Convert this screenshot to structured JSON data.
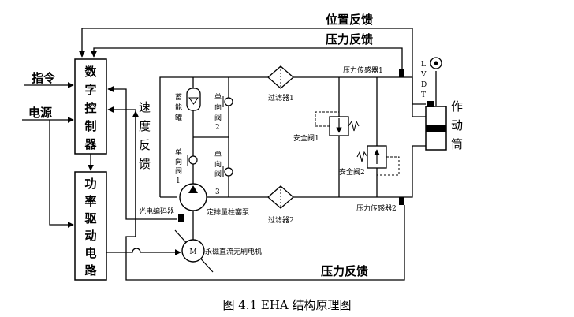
{
  "signals": {
    "position_feedback": "位置反馈",
    "pressure_feedback_top": "压力反馈",
    "pressure_feedback_bottom": "压力反馈",
    "speed_feedback": [
      "速",
      "度",
      "反",
      "馈"
    ],
    "command": "指令",
    "power_supply": "电源"
  },
  "blocks": {
    "digital_controller": [
      "数",
      "字",
      "控",
      "制",
      "器"
    ],
    "power_driver": [
      "功",
      "率",
      "驱",
      "动",
      "电",
      "路"
    ],
    "actuator": [
      "作",
      "动",
      "筒"
    ],
    "lvdt": [
      "L",
      "V",
      "D",
      "T"
    ]
  },
  "components": {
    "accumulator": [
      "蓄",
      "能",
      "罐"
    ],
    "check_valve_1": [
      "单",
      "向",
      "阀",
      "1"
    ],
    "check_valve_2": [
      "单",
      "向",
      "阀",
      "2"
    ],
    "check_valve_3": [
      "单",
      "向",
      "阀",
      "3"
    ],
    "filter_1": "过滤器1",
    "filter_2": "过滤器2",
    "relief_valve_1": "安全阀1",
    "relief_valve_2": "安全阀2",
    "pressure_sensor_1": "压力传感器1",
    "pressure_sensor_2": "压力传感器2",
    "encoder": "光电编码器",
    "pump": "定排量柱塞泵",
    "motor": "永磁直流无刷电机"
  },
  "caption": "图 4.1    EHA 结构原理图"
}
